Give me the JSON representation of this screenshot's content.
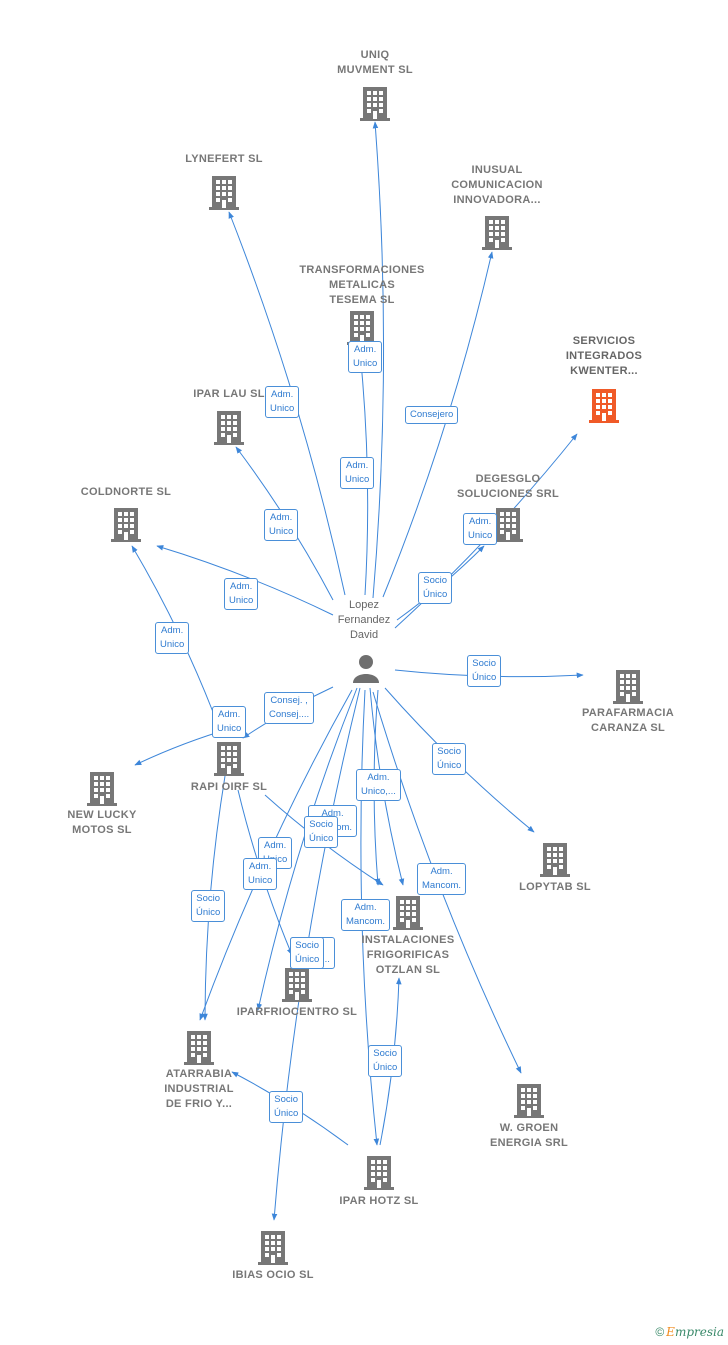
{
  "colors": {
    "edge": "#3d86d9",
    "building": "#777777",
    "highlight": "#f05a28"
  },
  "center": {
    "name_lines": [
      "Lopez",
      "Fernandez",
      "David"
    ],
    "icon": "person-icon"
  },
  "companies": [
    {
      "id": "uniq",
      "label_lines": [
        "UNIQ",
        "MUVMENT SL"
      ]
    },
    {
      "id": "lynefert",
      "label_lines": [
        "LYNEFERT SL"
      ]
    },
    {
      "id": "inusual",
      "label_lines": [
        "INUSUAL",
        "COMUNICACION",
        "INNOVADORA..."
      ]
    },
    {
      "id": "transform",
      "label_lines": [
        "TRANSFORMACIONES",
        "METALICAS",
        "TESEMA SL"
      ]
    },
    {
      "id": "servicios",
      "label_lines": [
        "SERVICIOS",
        "INTEGRADOS",
        "KWENTER..."
      ],
      "highlight": true
    },
    {
      "id": "iparlau",
      "label_lines": [
        "IPAR LAU  SL"
      ]
    },
    {
      "id": "degesglo",
      "label_lines": [
        "DEGESGLO",
        "SOLUCIONES SRL"
      ]
    },
    {
      "id": "coldnorte",
      "label_lines": [
        "COLDNORTE SL"
      ]
    },
    {
      "id": "parafarmacia",
      "label_lines": [
        "PARAFARMACIA",
        "CARANZA SL"
      ]
    },
    {
      "id": "rapi",
      "label_lines": [
        "RAPI OIRF  SL"
      ]
    },
    {
      "id": "newlucky",
      "label_lines": [
        "NEW LUCKY",
        "MOTOS SL"
      ]
    },
    {
      "id": "lopytab",
      "label_lines": [
        "LOPYTAB  SL"
      ]
    },
    {
      "id": "instalaciones",
      "label_lines": [
        "INSTALACIONES",
        "FRIGORIFICAS",
        "OTZLAN SL"
      ]
    },
    {
      "id": "iparfrio",
      "label_lines": [
        "IPARFRIOCENTRO SL"
      ]
    },
    {
      "id": "atarrabia",
      "label_lines": [
        "ATARRABIA",
        "INDUSTRIAL",
        "DE FRIO Y..."
      ]
    },
    {
      "id": "wgroen",
      "label_lines": [
        "W.  GROEN",
        "ENERGIA SRL"
      ]
    },
    {
      "id": "iparhotz",
      "label_lines": [
        "IPAR HOTZ SL"
      ]
    },
    {
      "id": "ibias",
      "label_lines": [
        "IBIAS OCIO  SL"
      ]
    }
  ],
  "relations": [
    {
      "label_lines": [
        "Adm.",
        "Unico"
      ]
    },
    {
      "label_lines": [
        "Adm.",
        "Unico"
      ]
    },
    {
      "label_lines": [
        "Adm.",
        "Unico"
      ]
    },
    {
      "label_lines": [
        "Consejero"
      ]
    },
    {
      "label_lines": [
        "Adm.",
        "Unico"
      ]
    },
    {
      "label_lines": [
        "Adm.",
        "Unico"
      ]
    },
    {
      "label_lines": [
        "Adm.",
        "Unico"
      ]
    },
    {
      "label_lines": [
        "Socio",
        "Único"
      ]
    },
    {
      "label_lines": [
        "Adm.",
        "Unico"
      ]
    },
    {
      "label_lines": [
        "Socio",
        "Único"
      ]
    },
    {
      "label_lines": [
        "Adm.",
        "Unico"
      ]
    },
    {
      "label_lines": [
        "Consej. ,",
        "Consej...."
      ]
    },
    {
      "label_lines": [
        "Socio",
        "Único"
      ]
    },
    {
      "label_lines": [
        "Adm.",
        "Unico,..."
      ]
    },
    {
      "label_lines": [
        "Adm.",
        "Mancom."
      ]
    },
    {
      "label_lines": [
        "Adm.",
        "Mancom."
      ]
    },
    {
      "label_lines": [
        "Adm.",
        "Mancom."
      ]
    },
    {
      "label_lines": [
        "Adm.",
        "Unico"
      ]
    },
    {
      "label_lines": [
        "Socio",
        "Único"
      ]
    },
    {
      "label_lines": [
        "Adm.",
        "Unico"
      ]
    },
    {
      "label_lines": [
        "Socio",
        "Único"
      ]
    },
    {
      "label_lines": [
        "Socio",
        "Único"
      ]
    },
    {
      "label_lines": [
        "Adm.",
        "Unico,..."
      ]
    },
    {
      "label_lines": [
        "Socio",
        "Único"
      ]
    },
    {
      "label_lines": [
        "Socio",
        "Único"
      ]
    }
  ],
  "footer": {
    "copyright": "©",
    "brand_first": "E",
    "brand_rest": "mpresia"
  }
}
